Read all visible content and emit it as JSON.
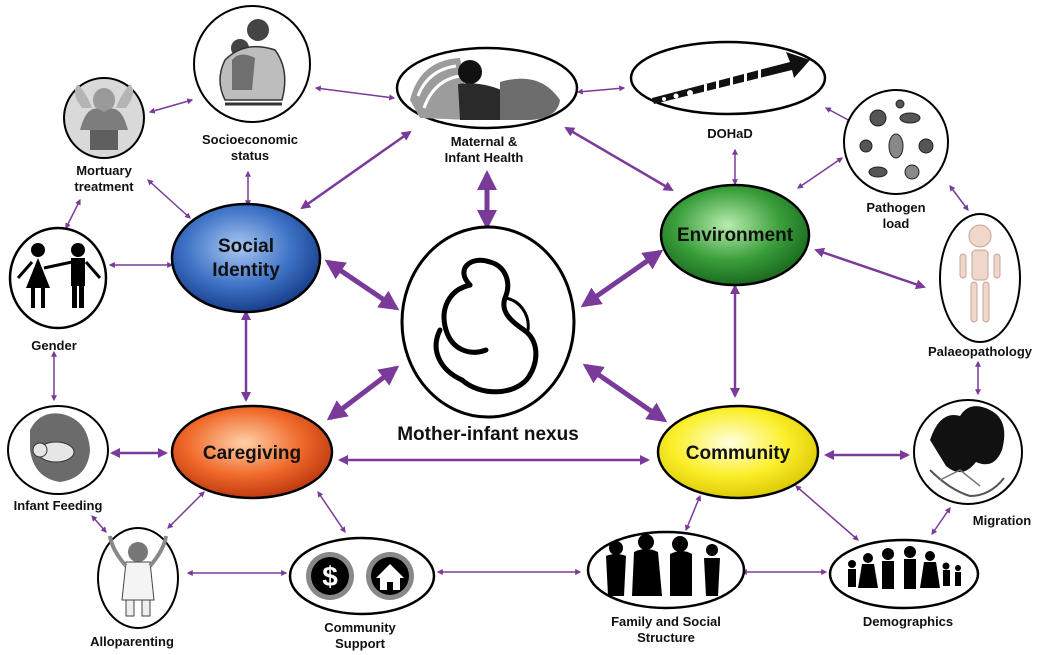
{
  "hubs": {
    "social_identity": [
      "Social",
      "Identity"
    ],
    "caregiving": "Caregiving",
    "environment": "Environment",
    "community": "Community"
  },
  "center": {
    "label": "Mother-infant nexus"
  },
  "nodes": {
    "mortuary": [
      "Mortuary",
      "treatment"
    ],
    "socioeconomic": [
      "Socioeconomic",
      "status"
    ],
    "maternal": [
      "Maternal &",
      "Infant Health"
    ],
    "dohad": "DOHaD",
    "pathogen": [
      "Pathogen",
      "load"
    ],
    "gender": "Gender",
    "palaeopathology": "Palaeopathology",
    "infant_feeding": "Infant Feeding",
    "migration": "Migration",
    "alloparenting": "Alloparenting",
    "community_support": [
      "Community",
      "Support"
    ],
    "family": [
      "Family and Social",
      "Structure"
    ],
    "demographics": "Demographics"
  },
  "colors": {
    "arrow": "#7a3a9a",
    "social_identity": "#2a5db0",
    "caregiving": "#e0541f",
    "environment": "#2e8b2e",
    "community": "#f2e600"
  }
}
